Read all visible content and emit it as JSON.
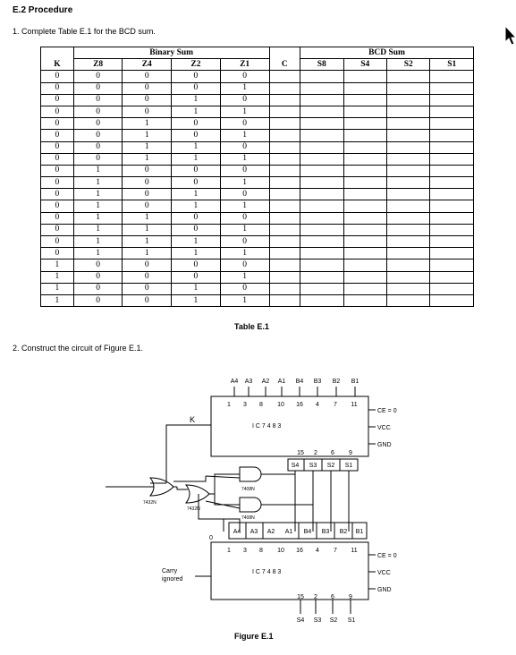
{
  "heading": "E.2 Procedure",
  "step1": "1.  Complete Table E.1 for the BCD sum.",
  "step2": "2.  Construct the circuit of Figure E.1.",
  "table": {
    "caption": "Table E.1",
    "group_binary": "Binary Sum",
    "group_bcd": "BCD Sum",
    "columns": [
      "K",
      "Z8",
      "Z4",
      "Z2",
      "Z1",
      "C",
      "S8",
      "S4",
      "S2",
      "S1"
    ],
    "rows": [
      [
        "0",
        "0",
        "0",
        "0",
        "0"
      ],
      [
        "0",
        "0",
        "0",
        "0",
        "1"
      ],
      [
        "0",
        "0",
        "0",
        "1",
        "0"
      ],
      [
        "0",
        "0",
        "0",
        "1",
        "1"
      ],
      [
        "0",
        "0",
        "1",
        "0",
        "0"
      ],
      [
        "0",
        "0",
        "1",
        "0",
        "1"
      ],
      [
        "0",
        "0",
        "1",
        "1",
        "0"
      ],
      [
        "0",
        "0",
        "1",
        "1",
        "1"
      ],
      [
        "0",
        "1",
        "0",
        "0",
        "0"
      ],
      [
        "0",
        "1",
        "0",
        "0",
        "1"
      ],
      [
        "0",
        "1",
        "0",
        "1",
        "0"
      ],
      [
        "0",
        "1",
        "0",
        "1",
        "1"
      ],
      [
        "0",
        "1",
        "1",
        "0",
        "0"
      ],
      [
        "0",
        "1",
        "1",
        "0",
        "1"
      ],
      [
        "0",
        "1",
        "1",
        "1",
        "0"
      ],
      [
        "0",
        "1",
        "1",
        "1",
        "1"
      ],
      [
        "1",
        "0",
        "0",
        "0",
        "0"
      ],
      [
        "1",
        "0",
        "0",
        "0",
        "1"
      ],
      [
        "1",
        "0",
        "0",
        "1",
        "0"
      ],
      [
        "1",
        "0",
        "0",
        "1",
        "1"
      ]
    ]
  },
  "figure": {
    "caption": "Figure E.1",
    "top_inputs": [
      "A4",
      "A3",
      "A2",
      "A1",
      "B4",
      "B3",
      "B2",
      "B1"
    ],
    "top_pins": [
      "1",
      "3",
      "8",
      "10",
      "16",
      "4",
      "7",
      "11"
    ],
    "ic_label": "I C 7 4 8 3",
    "out_pins": [
      "15",
      "2",
      "6",
      "9"
    ],
    "top_outputs": [
      "S4",
      "S3",
      "S2",
      "S1"
    ],
    "side_labels": [
      "CE = 0",
      "VCC",
      "GND"
    ],
    "k_label": "K",
    "gate_or": "7432N",
    "gate_or2": "7432N",
    "gate_and1": "7408N",
    "gate_and2": "7408N",
    "zero_label": "0",
    "bottom_inputs": [
      "A4",
      "A3",
      "A2",
      "A1",
      "B4",
      "B3",
      "B2",
      "B1"
    ],
    "bottom_pins": [
      "1",
      "3",
      "8",
      "10",
      "16",
      "4",
      "7",
      "11"
    ],
    "carry_line1": "Carry",
    "carry_line2": "ignored",
    "bottom_out_pins": [
      "15",
      "2",
      "6",
      "9"
    ],
    "bottom_outputs": [
      "S4",
      "S3",
      "S2",
      "S1"
    ]
  }
}
